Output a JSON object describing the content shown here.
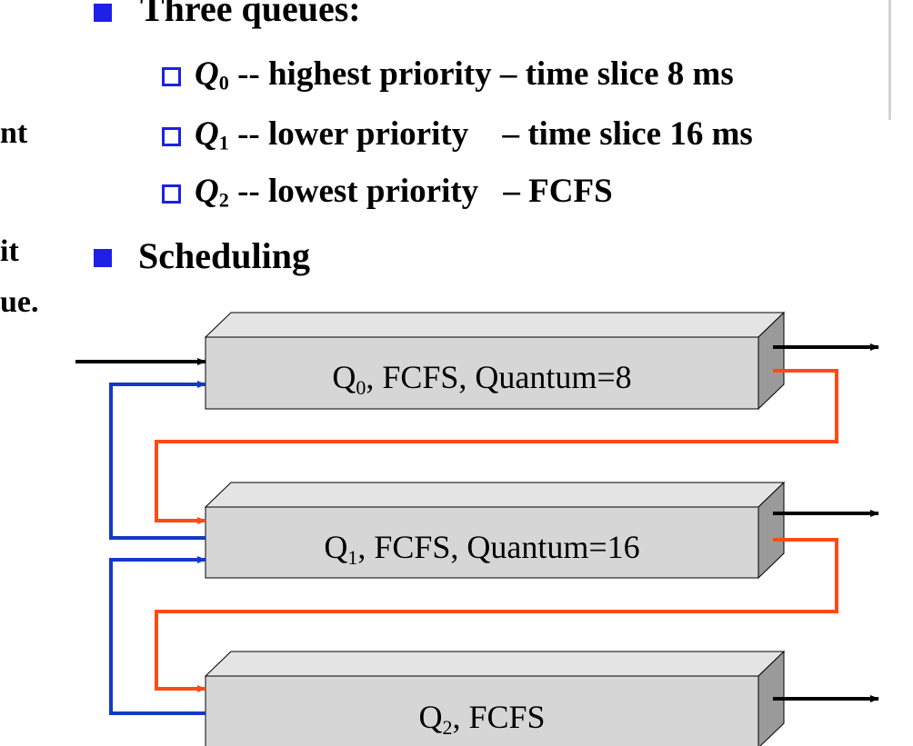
{
  "slide": {
    "header_three_queues": "Three queues:",
    "queues": [
      {
        "name": "Q",
        "sub": "0",
        "desc": "-- highest priority",
        "slice": "– time slice 8 ms"
      },
      {
        "name": "Q",
        "sub": "1",
        "desc": "-- lower priority",
        "slice": "– time slice 16 ms"
      },
      {
        "name": "Q",
        "sub": "2",
        "desc": "-- lowest priority",
        "slice": "– FCFS"
      }
    ],
    "header_scheduling": "Scheduling",
    "left_cut": [
      "nt",
      "it",
      "ue."
    ]
  },
  "diagram": {
    "boxes": [
      {
        "q": "Q",
        "sub": "0",
        "label": ", FCFS, Quantum=8"
      },
      {
        "q": "Q",
        "sub": "1",
        "label": ", FCFS, Quantum=16"
      },
      {
        "q": "Q",
        "sub": "2",
        "label": ", FCFS"
      }
    ],
    "colors": {
      "box_face": "#d6d6d6",
      "box_top": "#e4e4e4",
      "box_side": "#9a9a9a",
      "orange": "#ff4a14",
      "blue": "#1438c8",
      "black": "#000000",
      "bullet": "#1f1fe6"
    }
  }
}
